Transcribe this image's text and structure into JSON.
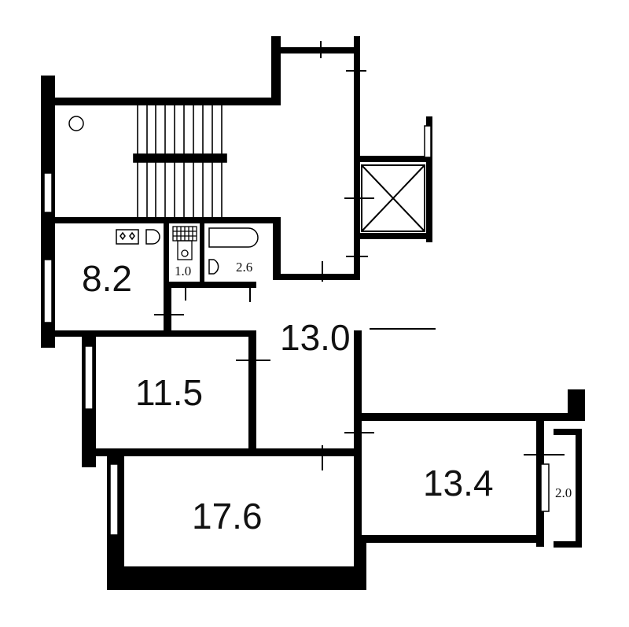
{
  "floor_plan": {
    "rooms": [
      {
        "id": "kitchen",
        "area": "8.2"
      },
      {
        "id": "toilet",
        "area": "1.0"
      },
      {
        "id": "bathroom",
        "area": "2.6"
      },
      {
        "id": "hall",
        "area": "13.0"
      },
      {
        "id": "bedroom",
        "area": "11.5"
      },
      {
        "id": "living-room",
        "area": "17.6"
      },
      {
        "id": "room-east",
        "area": "13.4"
      },
      {
        "id": "balcony",
        "area": "2.0"
      }
    ],
    "icons": [
      "stove-icon",
      "sink-icon",
      "toilet-icon",
      "bathtub-icon",
      "elevator-shaft-icon",
      "staircase-icon",
      "chute-icon"
    ]
  }
}
